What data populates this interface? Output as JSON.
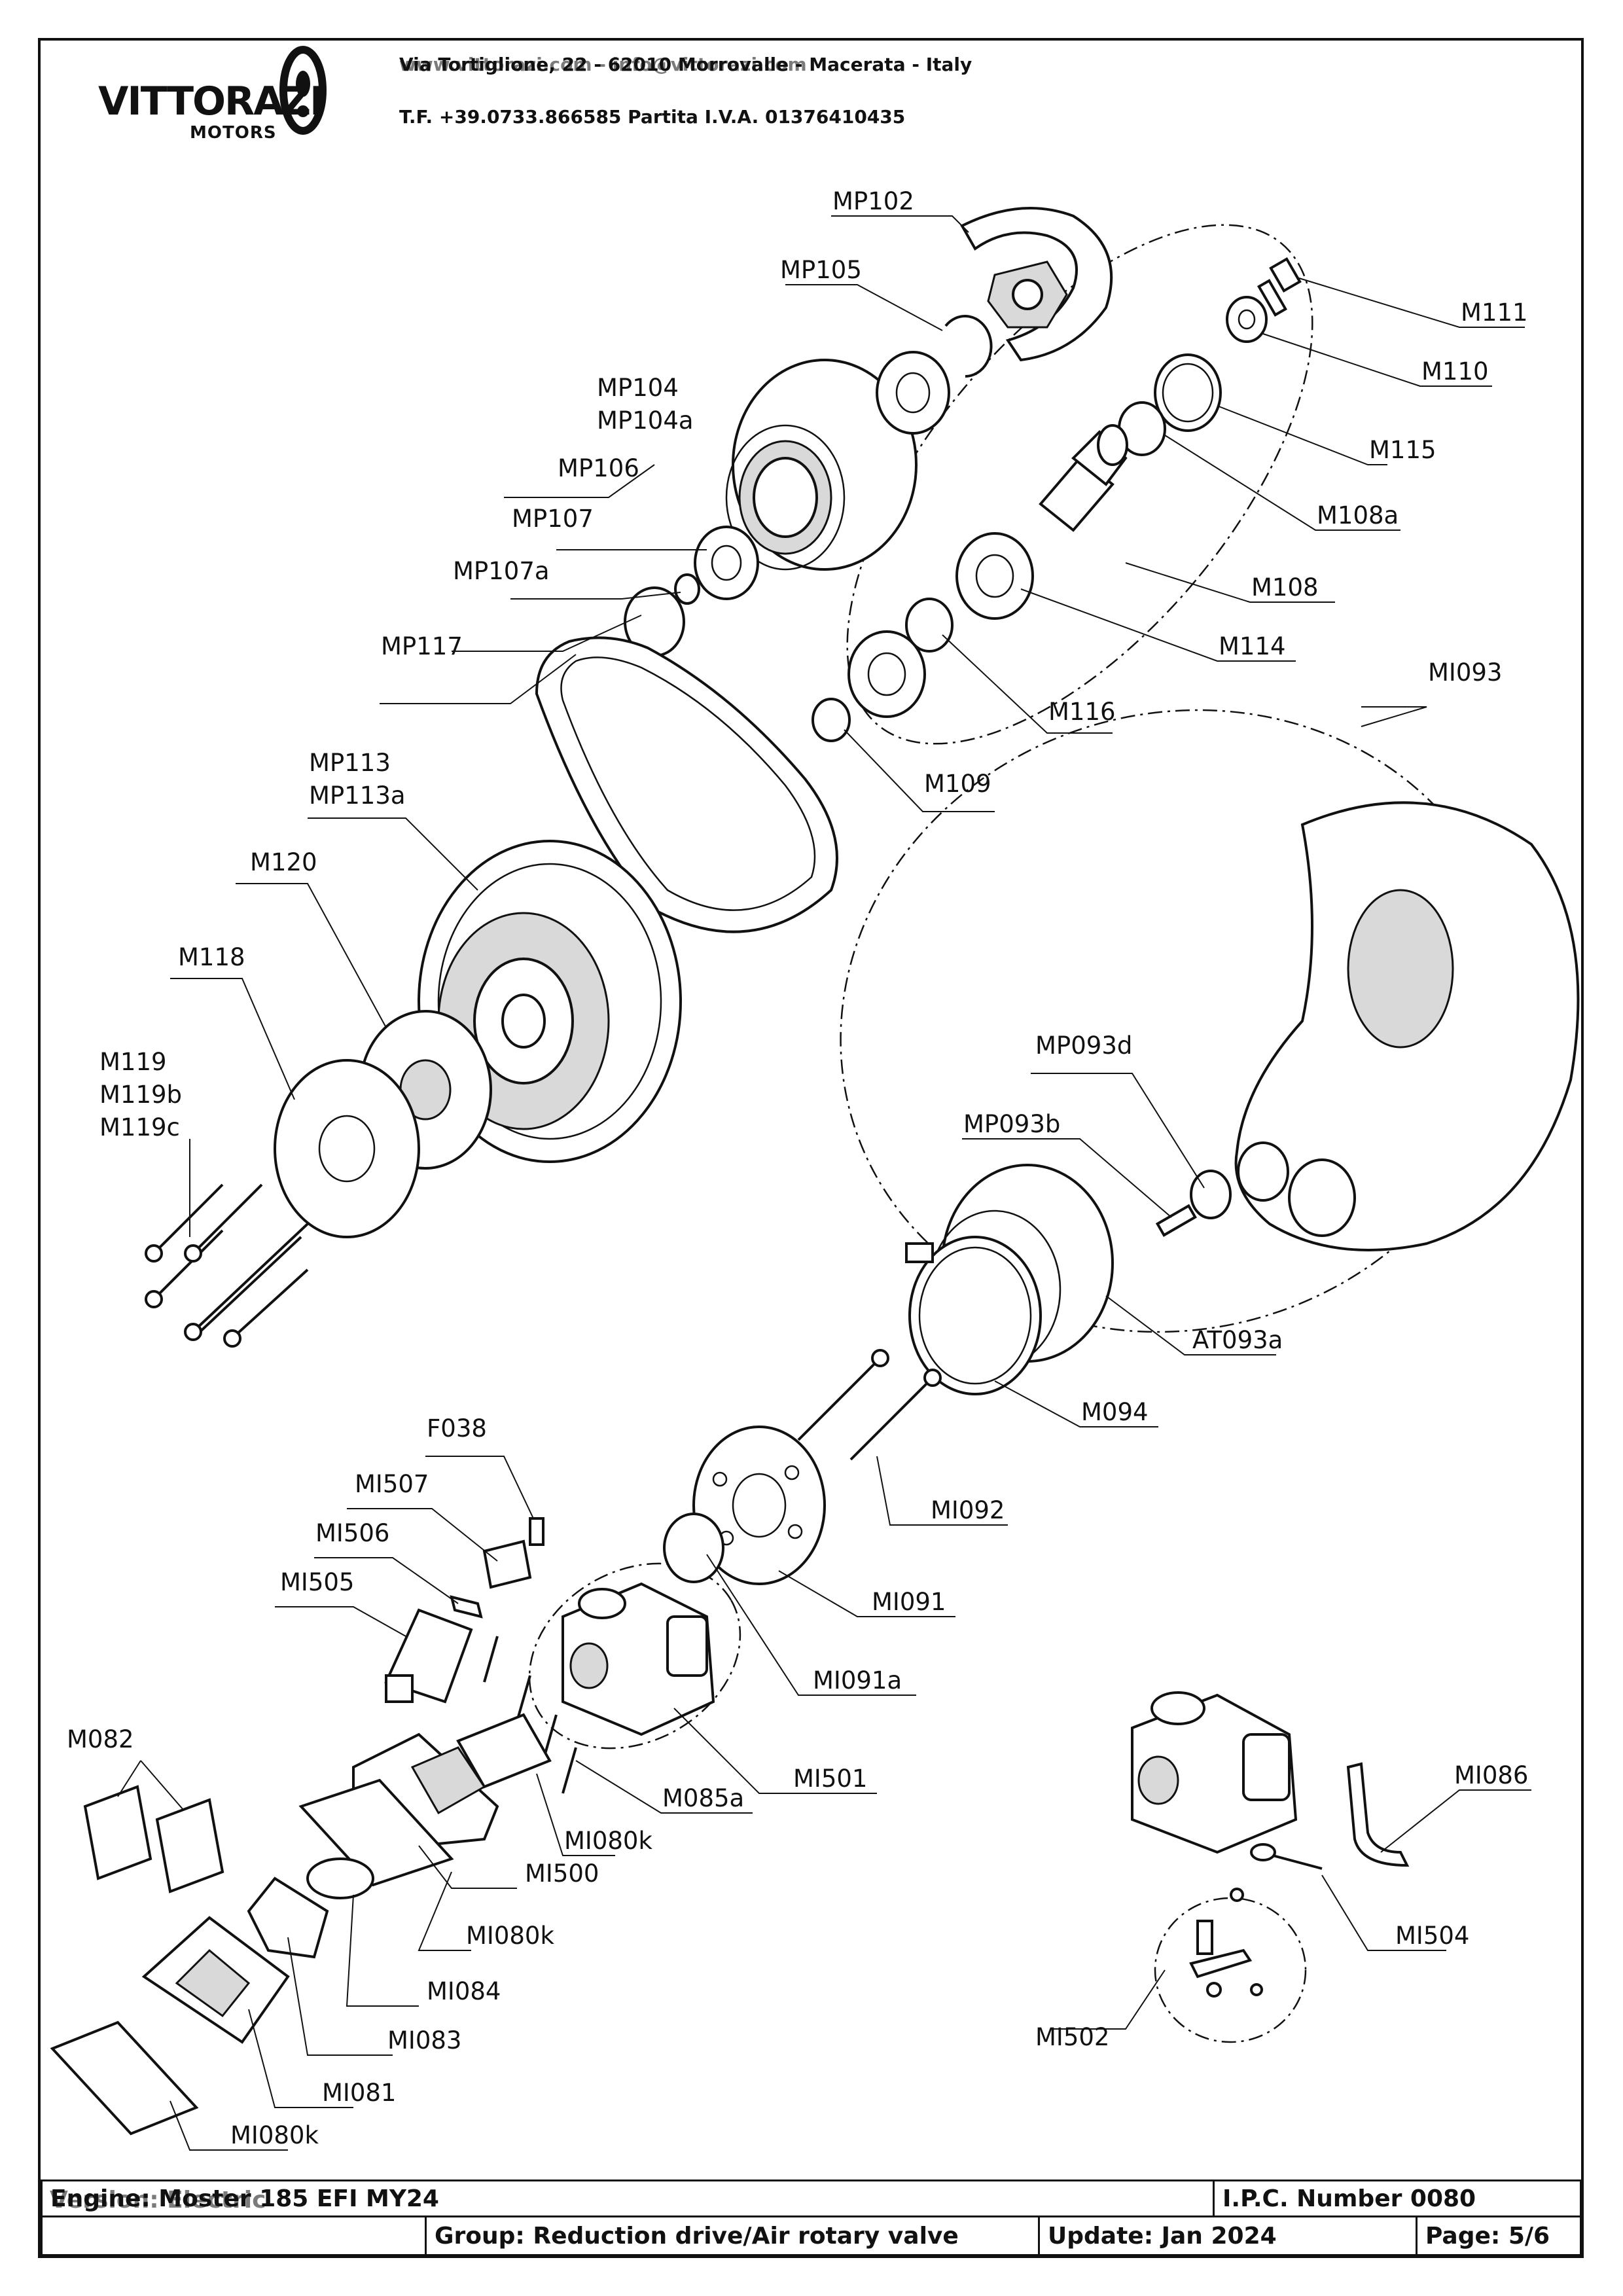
{
  "company": {
    "logo_name": "VITTORAZI",
    "logo_sub": "MOTORS",
    "address": "Via Tortiglione, 22 - 62010 Morrovalle - Macerata - Italy",
    "overprint": "www.vittorazi.com - info@vittorazi.com",
    "phone_vat": "T.F. +39.0733.866585 Partita I.V.A. 01376410435"
  },
  "callouts": {
    "mp102": "MP102",
    "mp105": "MP105",
    "m111": "M111",
    "m110": "M110",
    "mp104": "MP104",
    "mp104a": "MP104a",
    "m115": "M115",
    "mp106": "MP106",
    "m108a": "M108a",
    "mp107": "MP107",
    "mp107a": "MP107a",
    "m108": "M108",
    "mp117": "MP117",
    "m114": "M114",
    "mi093": "MI093",
    "m116": "M116",
    "mp113": "MP113",
    "mp113a": "MP113a",
    "m109": "M109",
    "m120": "M120",
    "m118": "M118",
    "mp093d": "MP093d",
    "m119": "M119",
    "m119b": "M119b",
    "m119c": "M119c",
    "mp093b": "MP093b",
    "at093a": "AT093a",
    "m094": "M094",
    "f038": "F038",
    "mi507": "MI507",
    "mi092": "MI092",
    "mi506": "MI506",
    "mi505": "MI505",
    "mi091": "MI091",
    "mi091a": "MI091a",
    "m082": "M082",
    "mi501": "MI501",
    "mi086": "MI086",
    "m085a": "M085a",
    "mi080k_a": "MI080k",
    "mi500": "MI500",
    "mi504": "MI504",
    "mi080k_b": "MI080k",
    "mi084": "MI084",
    "mi083": "MI083",
    "mi502": "MI502",
    "mi081": "MI081",
    "mi080k_c": "MI080k"
  },
  "title_block": {
    "engine": "Engine: Moster 185 EFI MY24",
    "overprint": "Version: Electric",
    "ipc": "I.P.C. Number 0080",
    "group": "Group: Reduction drive/Air rotary valve",
    "update": "Update: Jan 2024",
    "page": "Page: 5/6"
  }
}
